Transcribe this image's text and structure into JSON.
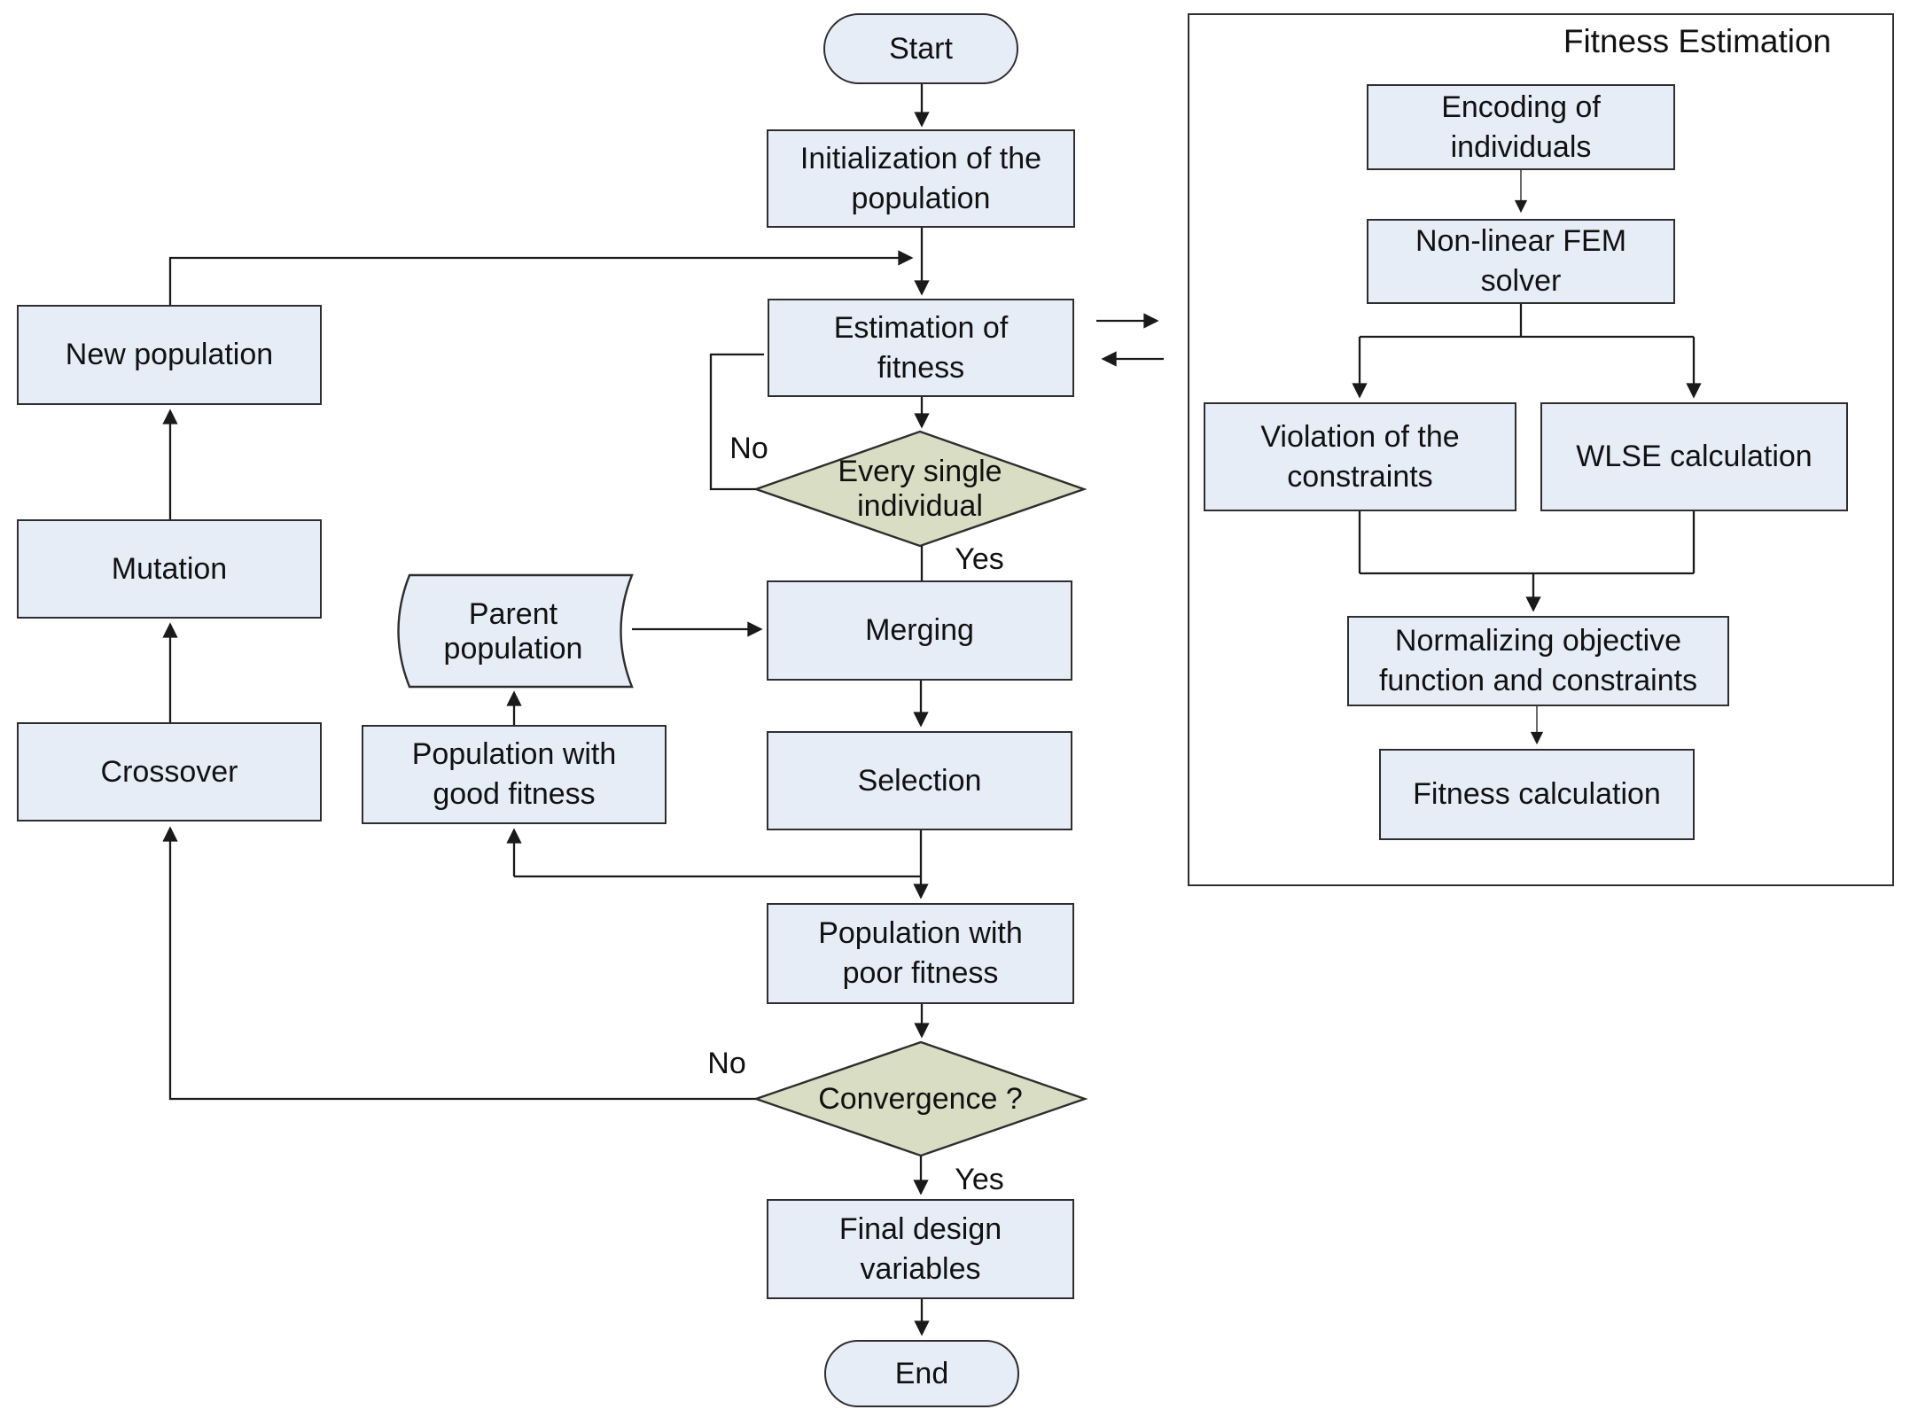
{
  "diagram": {
    "panel_title": "Fitness Estimation",
    "nodes": {
      "start": "Start",
      "init": "Initialization of the\npopulation",
      "estimation": "Estimation of\nfitness",
      "every_single": "Every single\nindividual",
      "merging": "Merging",
      "selection": "Selection",
      "parent_population": "Parent\npopulation",
      "good_fitness": "Population with\ngood fitness",
      "poor_fitness": "Population with\npoor fitness",
      "convergence": "Convergence ?",
      "final_design": "Final design\nvariables",
      "end": "End",
      "new_population": "New population",
      "mutation": "Mutation",
      "crossover": "Crossover",
      "encoding": "Encoding of\nindividuals",
      "fem_solver": "Non-linear FEM\nsolver",
      "violation": "Violation of the\nconstraints",
      "wlse": "WLSE calculation",
      "normalizing": "Normalizing objective\nfunction and constraints",
      "fitness_calc": "Fitness calculation"
    },
    "labels": {
      "no_individual": "No",
      "yes_individual": "Yes",
      "no_convergence": "No",
      "yes_convergence": "Yes"
    },
    "colors": {
      "process_fill": "#e7edf7",
      "decision_fill": "#d9ddc3",
      "line": "#1a1a1a"
    }
  }
}
